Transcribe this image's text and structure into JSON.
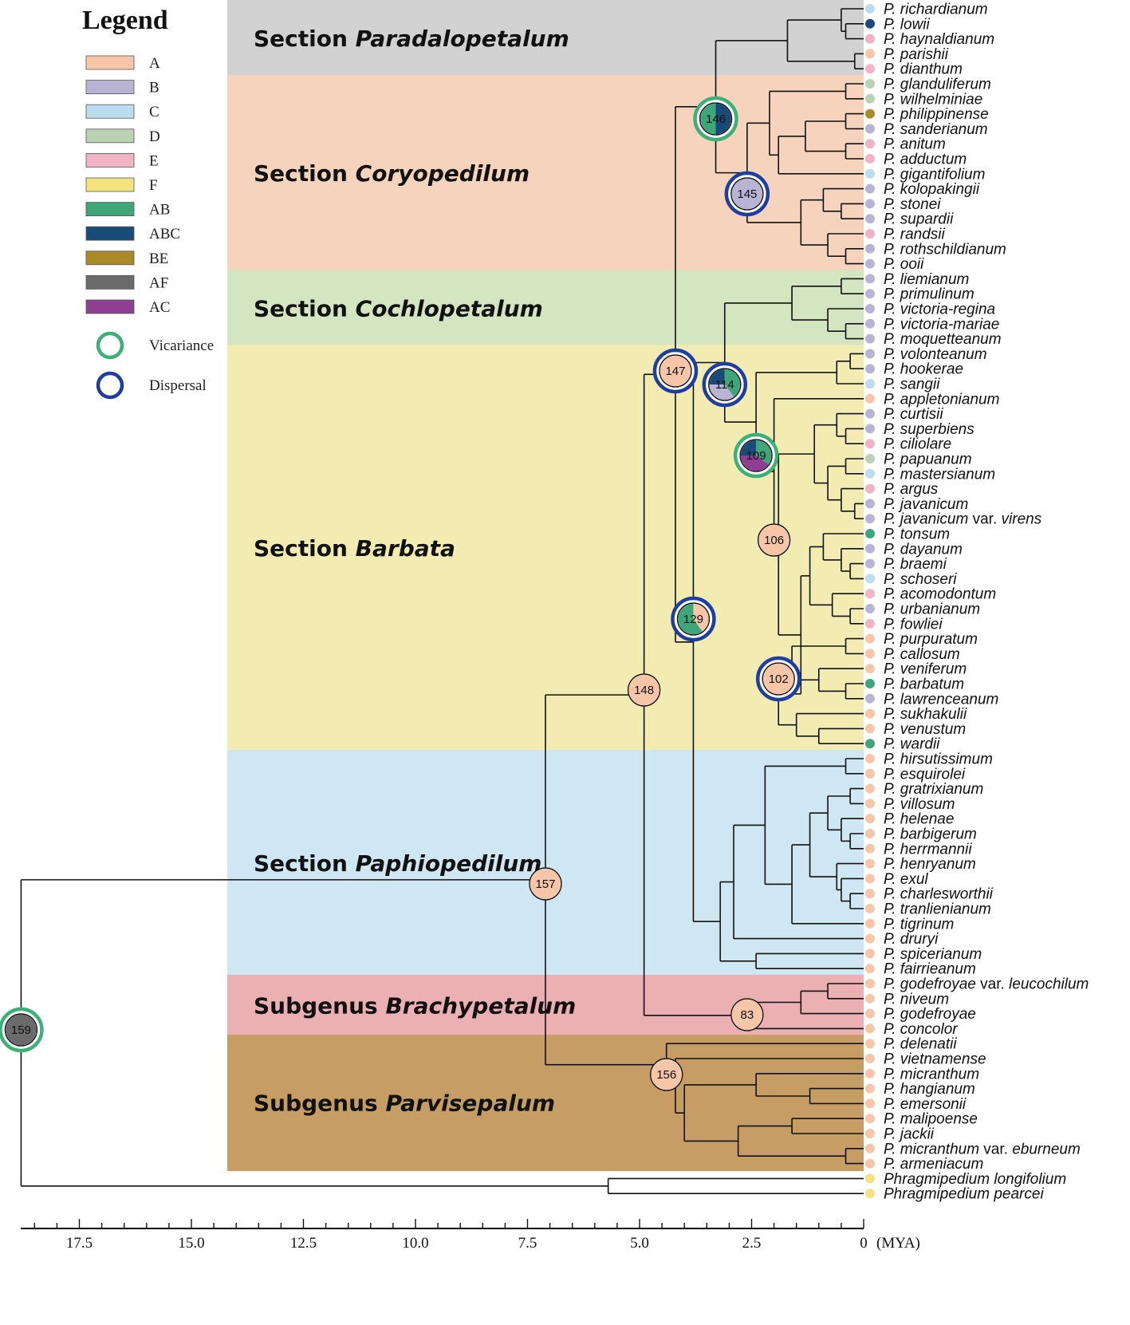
{
  "legend": {
    "title": "Legend",
    "areas": [
      {
        "code": "A",
        "color": "#f7c6a8"
      },
      {
        "code": "B",
        "color": "#b9b4d6"
      },
      {
        "code": "C",
        "color": "#bcdcef"
      },
      {
        "code": "D",
        "color": "#b9d2b4"
      },
      {
        "code": "E",
        "color": "#f2b3c6"
      },
      {
        "code": "F",
        "color": "#f4e27e"
      },
      {
        "code": "AB",
        "color": "#3fa67a"
      },
      {
        "code": "ABC",
        "color": "#1a4a78"
      },
      {
        "code": "BE",
        "color": "#a88a28"
      },
      {
        "code": "AF",
        "color": "#6b6b6b"
      },
      {
        "code": "AC",
        "color": "#8e3f92"
      }
    ],
    "events": [
      {
        "label": "Vicariance",
        "color": "#3bb077"
      },
      {
        "label": "Dispersal",
        "color": "#1f3fa0"
      }
    ]
  },
  "sections": [
    {
      "prefix": "Section ",
      "name": "Paradalopetalum",
      "color": "#d2d2d2"
    },
    {
      "prefix": "Section ",
      "name": "Coryopedilum",
      "color": "#f6d3bc"
    },
    {
      "prefix": "Section ",
      "name": "Cochlopetalum",
      "color": "#d3e5c1"
    },
    {
      "prefix": "Section ",
      "name": "Barbata",
      "color": "#f2ecb3"
    },
    {
      "prefix": "Section ",
      "name": "Paphiopedilum",
      "color": "#cfe6f3"
    },
    {
      "prefix": "Subgenus ",
      "name": "Brachypetalum",
      "color": "#eab0b3"
    },
    {
      "prefix": "Subgenus ",
      "name": "Parvisepalum",
      "color": "#c69e65"
    }
  ],
  "taxa": [
    {
      "name": "P. richardianum",
      "area": "C"
    },
    {
      "name": "P. lowii",
      "area": "ABC"
    },
    {
      "name": "P. haynaldianum",
      "area": "E"
    },
    {
      "name": "P. parishii",
      "area": "A"
    },
    {
      "name": "P. dianthum",
      "area": "E"
    },
    {
      "name": "P. glanduliferum",
      "area": "D"
    },
    {
      "name": "P. wilhelminiae",
      "area": "D"
    },
    {
      "name": "P. philippinense",
      "area": "BE"
    },
    {
      "name": "P. sanderianum",
      "area": "B"
    },
    {
      "name": "P. anitum",
      "area": "E"
    },
    {
      "name": "P. adductum",
      "area": "E"
    },
    {
      "name": "P. gigantifolium",
      "area": "C"
    },
    {
      "name": "P. kolopakingii",
      "area": "B"
    },
    {
      "name": "P. stonei",
      "area": "B"
    },
    {
      "name": "P. supardii",
      "area": "B"
    },
    {
      "name": "P. randsii",
      "area": "E"
    },
    {
      "name": "P. rothschildianum",
      "area": "B"
    },
    {
      "name": "P. ooii",
      "area": "B"
    },
    {
      "name": "P. liemianum",
      "area": "B"
    },
    {
      "name": "P. primulinum",
      "area": "B"
    },
    {
      "name": "P. victoria-regina",
      "area": "B"
    },
    {
      "name": "P. victoria-mariae",
      "area": "B"
    },
    {
      "name": "P. moquetteanum",
      "area": "B"
    },
    {
      "name": "P. volonteanum",
      "area": "B"
    },
    {
      "name": "P. hookerae",
      "area": "B"
    },
    {
      "name": "P. sangii",
      "area": "C"
    },
    {
      "name": "P. appletonianum",
      "area": "A"
    },
    {
      "name": "P. curtisii",
      "area": "B"
    },
    {
      "name": "P. superbiens",
      "area": "B"
    },
    {
      "name": "P. ciliolare",
      "area": "E"
    },
    {
      "name": "P. papuanum",
      "area": "D"
    },
    {
      "name": "P. mastersianum",
      "area": "C"
    },
    {
      "name": "P. argus",
      "area": "E"
    },
    {
      "name": "P. javanicum",
      "area": "B"
    },
    {
      "name": "P. javanicum",
      "suffix": " var. ",
      "varname": "virens",
      "area": "B"
    },
    {
      "name": "P. tonsum",
      "area": "AB"
    },
    {
      "name": "P. dayanum",
      "area": "B"
    },
    {
      "name": "P. braemi",
      "area": "B"
    },
    {
      "name": "P. schoseri",
      "area": "C"
    },
    {
      "name": "P. acomodontum",
      "area": "E"
    },
    {
      "name": "P. urbanianum",
      "area": "B"
    },
    {
      "name": "P. fowliei",
      "area": "E"
    },
    {
      "name": "P. purpuratum",
      "area": "A"
    },
    {
      "name": "P. callosum",
      "area": "A"
    },
    {
      "name": "P. veniferum",
      "area": "A"
    },
    {
      "name": "P. barbatum",
      "area": "AB"
    },
    {
      "name": "P. lawrenceanum",
      "area": "B"
    },
    {
      "name": "P. sukhakulii",
      "area": "A"
    },
    {
      "name": "P. venustum",
      "area": "A"
    },
    {
      "name": "P. wardii",
      "area": "AB"
    },
    {
      "name": "P. hirsutissimum",
      "area": "A"
    },
    {
      "name": "P. esquirolei",
      "area": "A"
    },
    {
      "name": "P. gratrixianum",
      "area": "A"
    },
    {
      "name": "P. villosum",
      "area": "A"
    },
    {
      "name": "P. helenae",
      "area": "A"
    },
    {
      "name": "P. barbigerum",
      "area": "A"
    },
    {
      "name": "P. herrmannii",
      "area": "A"
    },
    {
      "name": "P. henryanum",
      "area": "A"
    },
    {
      "name": "P. exul",
      "area": "A"
    },
    {
      "name": "P. charlesworthii",
      "area": "A"
    },
    {
      "name": "P. tranlienianum",
      "area": "A"
    },
    {
      "name": "P. tigrinum",
      "area": "A"
    },
    {
      "name": "P. druryi",
      "area": "A"
    },
    {
      "name": "P. spicerianum",
      "area": "A"
    },
    {
      "name": "P. fairrieanum",
      "area": "A"
    },
    {
      "name": "P. godefroyae",
      "suffix": " var. ",
      "varname": "leucochilum",
      "area": "A"
    },
    {
      "name": "P. niveum",
      "area": "A"
    },
    {
      "name": "P. godefroyae",
      "area": "A"
    },
    {
      "name": "P. concolor",
      "area": "A"
    },
    {
      "name": "P. delenatii",
      "area": "A"
    },
    {
      "name": "P. vietnamense",
      "area": "A"
    },
    {
      "name": "P. micranthum",
      "area": "A"
    },
    {
      "name": "P. hangianum",
      "area": "A"
    },
    {
      "name": "P. emersonii",
      "area": "A"
    },
    {
      "name": "P. malipoense",
      "area": "A"
    },
    {
      "name": "P. jackii",
      "area": "A"
    },
    {
      "name": "P. micranthum",
      "suffix": " var. ",
      "varname": "eburneum",
      "area": "A"
    },
    {
      "name": "P. armeniacum",
      "area": "A"
    },
    {
      "name": "Phragmipedium longifolium",
      "area": "F"
    },
    {
      "name": "Phragmipedium pearcei",
      "area": "F"
    }
  ],
  "nodes": [
    {
      "id": "159",
      "age": 18.8,
      "pie": [
        [
          "AF",
          1
        ]
      ],
      "event": "Vicariance"
    },
    {
      "id": "157",
      "age": 7.1,
      "pie": [
        [
          "A",
          1
        ]
      ],
      "event": ""
    },
    {
      "id": "148",
      "age": 4.9,
      "pie": [
        [
          "A",
          1
        ]
      ],
      "event": ""
    },
    {
      "id": "147",
      "age": 4.2,
      "pie": [
        [
          "A",
          1
        ]
      ],
      "event": "Dispersal"
    },
    {
      "id": "146",
      "age": 3.3,
      "pie": [
        [
          "ABC",
          0.5
        ],
        [
          "AB",
          0.5
        ]
      ],
      "event": "Vicariance"
    },
    {
      "id": "145",
      "age": 2.6,
      "pie": [
        [
          "B",
          1
        ]
      ],
      "event": "Dispersal"
    },
    {
      "id": "129",
      "age": 3.8,
      "pie": [
        [
          "A",
          0.4
        ],
        [
          "AB",
          0.6
        ]
      ],
      "event": "Dispersal"
    },
    {
      "id": "114",
      "age": 3.1,
      "pie": [
        [
          "AB",
          0.4
        ],
        [
          "B",
          0.35
        ],
        [
          "ABC",
          0.25
        ]
      ],
      "event": "Dispersal"
    },
    {
      "id": "109",
      "age": 2.4,
      "pie": [
        [
          "AB",
          0.35
        ],
        [
          "AC",
          0.4
        ],
        [
          "ABC",
          0.25
        ]
      ],
      "event": "Vicariance"
    },
    {
      "id": "106",
      "age": 2.0,
      "pie": [
        [
          "A",
          1
        ]
      ],
      "event": ""
    },
    {
      "id": "102",
      "age": 1.9,
      "pie": [
        [
          "A",
          1
        ]
      ],
      "event": "Dispersal"
    },
    {
      "id": "83",
      "age": 2.6,
      "pie": [
        [
          "A",
          1
        ]
      ],
      "event": ""
    },
    {
      "id": "156",
      "age": 4.4,
      "pie": [
        [
          "A",
          1
        ]
      ],
      "event": ""
    }
  ],
  "axis": {
    "unit": "(MYA)",
    "ticks": [
      "17.5",
      "15.0",
      "12.5",
      "10.0",
      "7.5",
      "5.0",
      "2.5",
      "0"
    ]
  }
}
